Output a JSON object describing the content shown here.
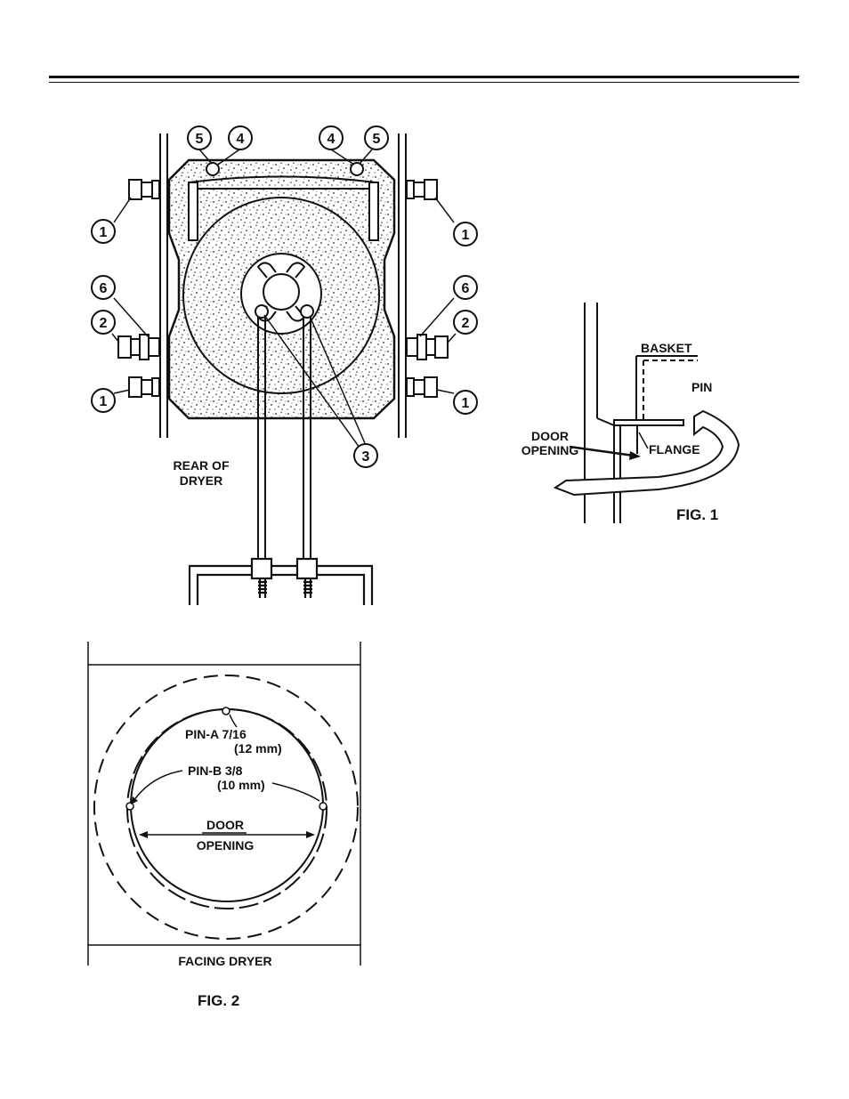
{
  "rear_view": {
    "callouts": {
      "c1_upper_left": "1",
      "c1_upper_right": "1",
      "c1_lower_left": "1",
      "c1_lower_right": "1",
      "c2_left": "2",
      "c2_right": "2",
      "c3": "3",
      "c4_left": "4",
      "c4_right": "4",
      "c5_left": "5",
      "c5_right": "5",
      "c6_left": "6",
      "c6_right": "6"
    },
    "rear_label_line1": "REAR OF",
    "rear_label_line2": "DRYER"
  },
  "fig1": {
    "basket_label": "BASKET",
    "pin_label": "PIN",
    "door_line1": "DOOR",
    "door_line2": "OPENING",
    "flange_label": "FLANGE",
    "caption": "FIG. 1"
  },
  "fig2": {
    "pin_a_line1": "PIN-A  7/16",
    "pin_a_line2": "(12 mm)",
    "pin_b_line1": "PIN-B  3/8",
    "pin_b_line2": "(10 mm)",
    "door_line1": "DOOR",
    "door_line2": "OPENING",
    "facing_label": "FACING DRYER",
    "caption": "FIG. 2"
  }
}
